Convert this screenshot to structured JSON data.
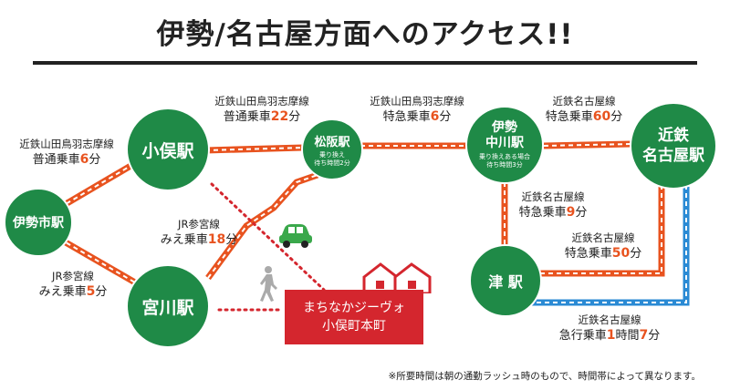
{
  "title": "伊勢/名古屋方面へのアクセス!!",
  "stations": {
    "obata": "小俣駅",
    "iseshi": "伊勢市駅",
    "miyagawa": "宮川駅",
    "matsusaka": "松阪駅",
    "matsusaka_note": "乗り換え\n待ち時間2分",
    "nakagawa_line1": "伊勢",
    "nakagawa_line2": "中川駅",
    "nakagawa_note": "乗り換えある場合\n待ち時間3分",
    "nagoya_line1": "近鉄",
    "nagoya_line2": "名古屋駅",
    "tsu": "津 駅"
  },
  "routes": {
    "iseshi_obata": {
      "line": "近鉄山田鳥羽志摩線",
      "type": "普通乗車",
      "time": "6",
      "unit": "分"
    },
    "obata_matsusaka": {
      "line": "近鉄山田鳥羽志摩線",
      "type": "普通乗車",
      "time": "22",
      "unit": "分"
    },
    "matsusaka_nakagawa": {
      "line": "近鉄山田鳥羽志摩線",
      "type": "特急乗車",
      "time": "6",
      "unit": "分"
    },
    "nakagawa_nagoya": {
      "line": "近鉄名古屋線",
      "type": "特急乗車",
      "time": "60",
      "unit": "分"
    },
    "nakagawa_tsu": {
      "line": "近鉄名古屋線",
      "type": "特急乗車",
      "time": "9",
      "unit": "分"
    },
    "tsu_nagoya_express": {
      "line": "近鉄名古屋線",
      "type": "特急乗車",
      "time": "50",
      "unit": "分"
    },
    "tsu_nagoya_local": {
      "line": "近鉄名古屋線",
      "type": "急行乗車",
      "time_h": "1",
      "h_unit": "時間",
      "time": "7",
      "unit": "分"
    },
    "miyagawa_matsusaka": {
      "line": "JR参宮線",
      "type": "みえ乗車",
      "time": "18",
      "unit": "分"
    },
    "iseshi_miyagawa": {
      "line": "JR参宮線",
      "type": "みえ乗車",
      "time": "5",
      "unit": "分"
    }
  },
  "destination": {
    "line1": "まちなかジーヴォ",
    "line2": "小俣町本町"
  },
  "note": "※所要時間は朝の通勤ラッシュ時のもので、時間帯によって異なります。",
  "colors": {
    "station": "#1f8a47",
    "orange_line": "#e8531f",
    "blue_line": "#2a8ad4",
    "dest": "#d4262e"
  }
}
